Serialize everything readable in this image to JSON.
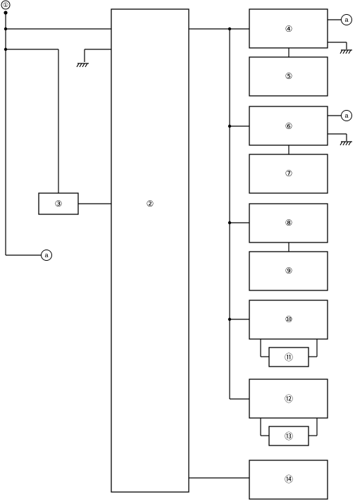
{
  "diagram": {
    "connector_label": "a",
    "components": [
      {
        "id": "1",
        "label": "①"
      },
      {
        "id": "2",
        "label": "②"
      },
      {
        "id": "3",
        "label": "③"
      },
      {
        "id": "4",
        "label": "④"
      },
      {
        "id": "5",
        "label": "⑤"
      },
      {
        "id": "6",
        "label": "⑥"
      },
      {
        "id": "7",
        "label": "⑦"
      },
      {
        "id": "8",
        "label": "⑧"
      },
      {
        "id": "9",
        "label": "⑨"
      },
      {
        "id": "10",
        "label": "⑩"
      },
      {
        "id": "11",
        "label": "⑪"
      },
      {
        "id": "12",
        "label": "⑫"
      },
      {
        "id": "13",
        "label": "⑬"
      },
      {
        "id": "14",
        "label": "⑭"
      }
    ]
  }
}
